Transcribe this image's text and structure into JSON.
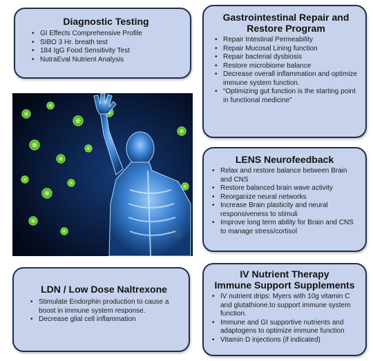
{
  "diagnostic": {
    "title": "Diagnostic Testing",
    "items": [
      "GI Effects Comprehensive Profile",
      "SIBO 3 Hr. breath test",
      "184 IgG Food Sensitivity Test",
      "NutraEval Nutrient Analysis"
    ]
  },
  "gastro": {
    "title": "Gastrointestinal Repair and Restore Program",
    "items": [
      "Repair Intestinal Permeability",
      "Repair Mucosal Lining function",
      "Repair bacterial dysbiosis",
      "Restore microbiome balance",
      "Decrease overall inflammation and optimize immune system function.",
      "“Optimizing gut function is the starting point in functional medicine”"
    ]
  },
  "lens": {
    "title": "LENS Neurofeedback",
    "items": [
      "Relax and restore balance between Brain and CNS",
      "Restore balanced brain wave activity",
      "Reorganize neural networks",
      "Increase Brain plasticity  and neural responsiveness to stimuli",
      "Improve long term ability for Brain and CNS to manage stress/cortisol"
    ]
  },
  "ldn": {
    "title": "LDN / Low Dose Naltrexone",
    "items": [
      "Stimulate Endorphin production to cause a boost in immune system response.",
      "Decrease glial cell inflammation"
    ]
  },
  "iv": {
    "title_line1": "IV Nutrient Therapy",
    "title_line2": "Immune Support Supplements",
    "items": [
      "IV nutrient drips:  Myers with 10g vitamin C and glutathione.to support immune system function.",
      "Immune and GI supportive nutrients and adaptogens to optimize immune function",
      "Vitamin D injections (if indicated)"
    ]
  },
  "colors": {
    "card_fill": "#c7d2ec",
    "card_border": "#1f2e4f",
    "image_background": "#050b1c",
    "figure_glow": "#5aa9ff",
    "virus_green": "#6bd23a"
  }
}
